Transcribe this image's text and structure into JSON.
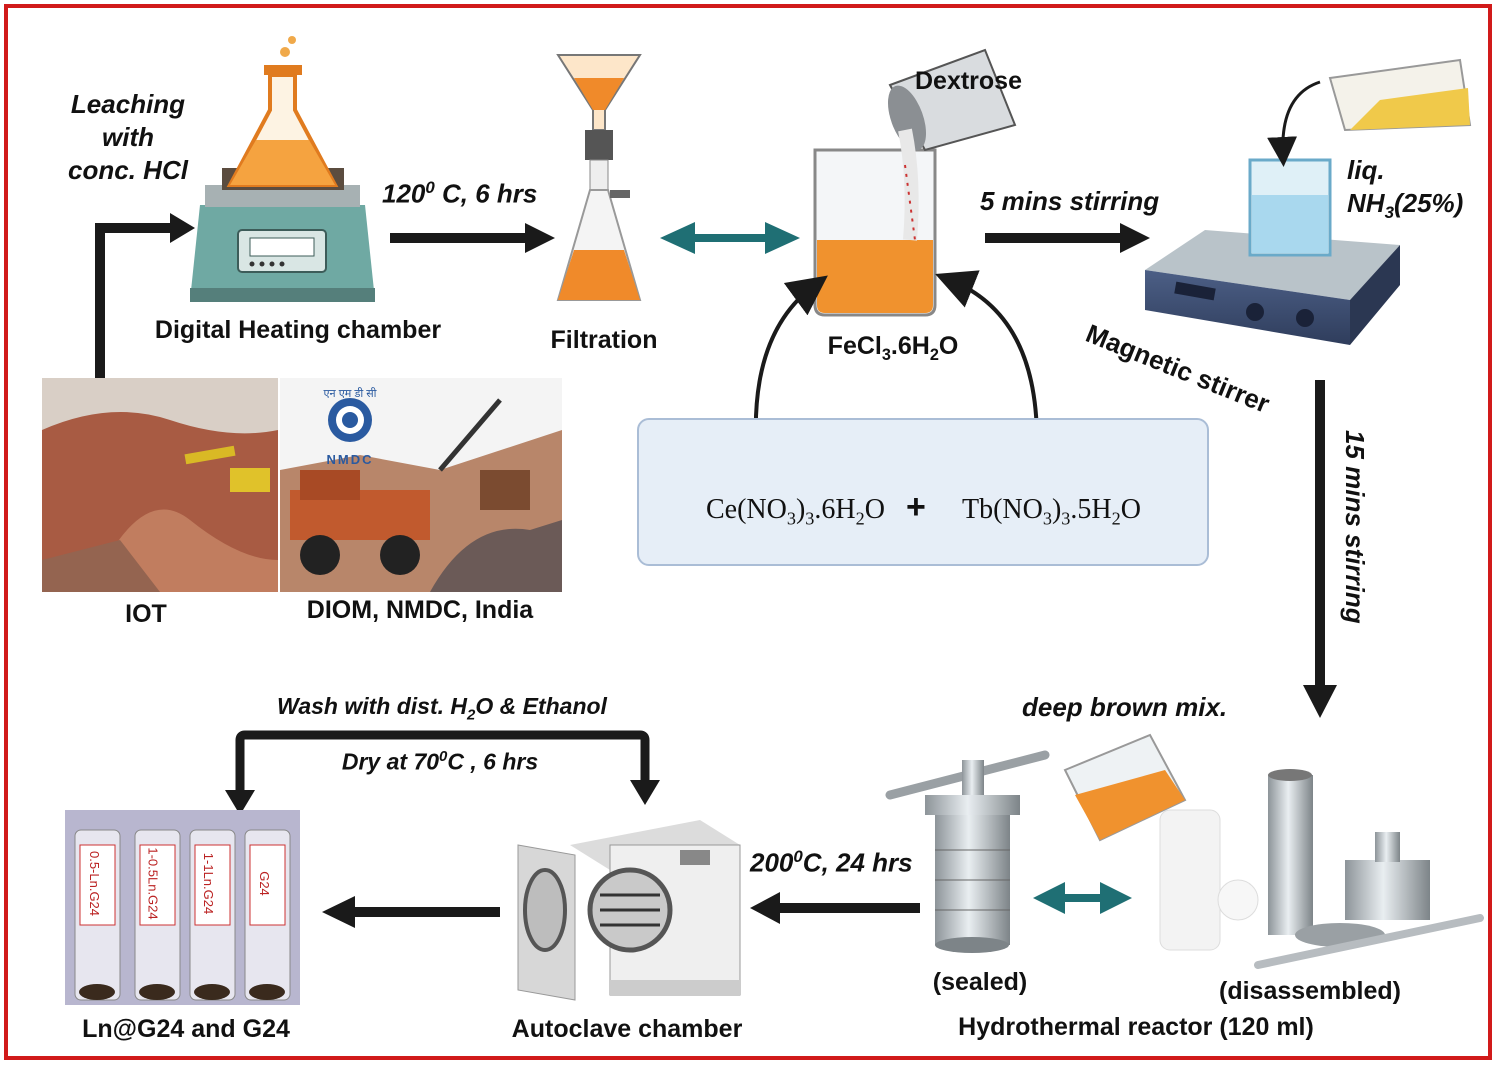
{
  "steps": {
    "leaching": [
      "Leaching",
      "with",
      "conc. HCl"
    ],
    "heating_chamber": "Digital Heating chamber",
    "heating_condition": "120",
    "heating_condition_sup": "0",
    "heating_condition_rest": " C, 6 hrs",
    "filtration": "Filtration",
    "dextrose": "Dextrose",
    "fecl3_a": "FeCl",
    "fecl3_s1": "3",
    "fecl3_b": ".6H",
    "fecl3_s2": "2",
    "fecl3_c": "O",
    "stirring_5": "5 mins stirring",
    "liq": "liq.",
    "nh3_a": "NH",
    "nh3_s": "3",
    "nh3_b": "(25%)",
    "magnetic_stirrer": "Magnetic stirrer",
    "stirring_15": "15 mins stirring",
    "iot": "IOT",
    "diom": "DIOM, NMDC, India",
    "nmdc_logo_hindi": "एन एम डी सी",
    "nmdc_logo": "NMDC",
    "ce_a": "Ce(NO",
    "ce_s1": "3",
    "ce_b": ")",
    "ce_s2": "3",
    "ce_c": ".6H",
    "ce_s3": "2",
    "ce_d": "O",
    "plus": "+",
    "tb_a": "Tb(NO",
    "tb_s1": "3",
    "tb_b": ")",
    "tb_s2": "3",
    "tb_c": ".5H",
    "tb_s3": "2",
    "tb_d": "O",
    "deep_brown": "deep brown mix.",
    "sealed": "(sealed)",
    "disassembled": "(disassembled)",
    "reactor": "Hydrothermal reactor (120 ml)",
    "autoclave_cond_a": "200",
    "autoclave_cond_sup": "0",
    "autoclave_cond_b": "C, 24 hrs",
    "autoclave": "Autoclave chamber",
    "wash_a": "Wash with dist. H",
    "wash_s": "2",
    "wash_b": "O & Ethanol",
    "dry_a": "Dry at 70",
    "dry_sup": "0",
    "dry_b": "C , 6 hrs",
    "product": "Ln@G24 and G24",
    "tubes": [
      "0.5-Ln.G24",
      "1-0.5Ln.G24",
      "1-1Ln.G24",
      "G24"
    ]
  },
  "colors": {
    "frame": "#d11a1a",
    "arrow": "#1a1a1a",
    "teal_arrow": "#1f6f74",
    "orange_liquid": "#f0922e",
    "heater_body": "#6fa9a3"
  }
}
